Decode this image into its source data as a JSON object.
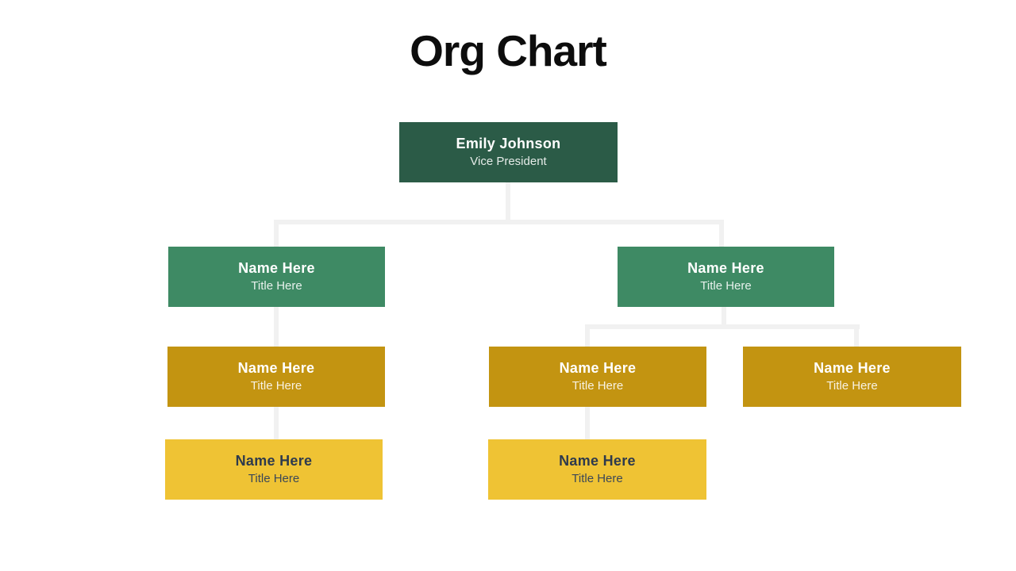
{
  "slide": {
    "title": "Org Chart"
  },
  "colors": {
    "background": "#FFFFFF",
    "title_text": "#0D0D0D",
    "level1_bg": "#2B5B47",
    "level2_bg": "#3E8A64",
    "level3_bg": "#C39411",
    "level4_bg": "#EFC334",
    "light_text": "#FFFFFF",
    "dark_text": "#2E3A4D",
    "connector": "#F1F1F1"
  },
  "org": {
    "nodes": [
      {
        "id": "root",
        "name": "Emily Johnson",
        "title": "Vice President",
        "level": 1
      },
      {
        "id": "branch-left",
        "name": "Name Here",
        "title": "Title Here",
        "level": 2
      },
      {
        "id": "branch-right",
        "name": "Name Here",
        "title": "Title Here",
        "level": 2
      },
      {
        "id": "left-report",
        "name": "Name Here",
        "title": "Title Here",
        "level": 3
      },
      {
        "id": "mid-report",
        "name": "Name Here",
        "title": "Title Here",
        "level": 3
      },
      {
        "id": "right-report",
        "name": "Name Here",
        "title": "Title Here",
        "level": 3
      },
      {
        "id": "left-sub",
        "name": "Name Here",
        "title": "Title Here",
        "level": 4
      },
      {
        "id": "mid-sub",
        "name": "Name Here",
        "title": "Title Here",
        "level": 4
      }
    ],
    "edges": [
      {
        "from": "root",
        "to": "branch-left"
      },
      {
        "from": "root",
        "to": "branch-right"
      },
      {
        "from": "branch-left",
        "to": "left-report"
      },
      {
        "from": "left-report",
        "to": "left-sub"
      },
      {
        "from": "branch-right",
        "to": "mid-report"
      },
      {
        "from": "branch-right",
        "to": "right-report"
      },
      {
        "from": "mid-report",
        "to": "mid-sub"
      }
    ]
  }
}
